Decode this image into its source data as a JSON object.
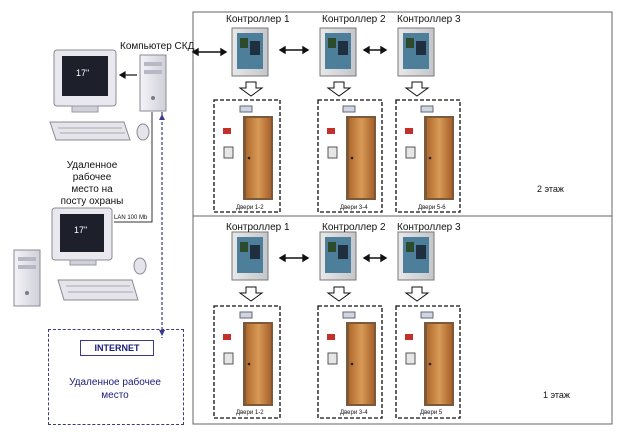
{
  "controllers_top": [
    "Контроллер 1",
    "Контроллер 2",
    "Контроллер 3"
  ],
  "controllers_bottom": [
    "Контроллер 1",
    "Контроллер 2",
    "Контроллер 3"
  ],
  "skd_computer": "Компьютер СКД",
  "monitor_size_1": "17\"",
  "monitor_size_2": "17\"",
  "security_workplace": [
    "Удаленное",
    "рабочее",
    "место на",
    "посту охраны"
  ],
  "lan_label": "LAN 100 Mb",
  "floor_top": "2 этаж",
  "floor_bottom": "1 этаж",
  "doors_top": [
    "Двери 1-2",
    "Двери 3-4",
    "Двери 5-6"
  ],
  "doors_bottom": [
    "Двери 1-2",
    "Двери 3-4",
    "Двери 5"
  ],
  "internet_label": "INTERNET",
  "remote_workplace": [
    "Удаленное рабочее",
    "место"
  ]
}
